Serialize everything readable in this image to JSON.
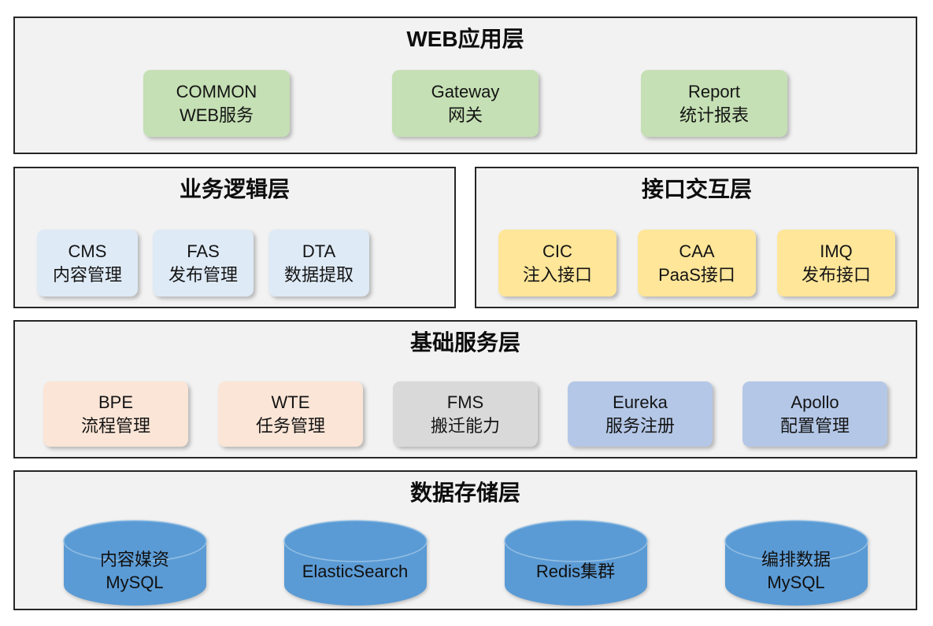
{
  "diagram_title": "platform-architecture-layers",
  "colors": {
    "layer_background": "#f2f2f2",
    "layer_border": "#262626",
    "green": "#c5e0b4",
    "blue_light": "#deeaf6",
    "yellow": "#ffe699",
    "peach": "#fbe5d6",
    "gray": "#d9d9d9",
    "periwinkle": "#b4c7e7",
    "cylinder_blue": "#5b9bd5",
    "cylinder_rim": "#93bfe4"
  },
  "layers": {
    "web": {
      "title": "WEB应用层",
      "nodes": [
        {
          "line1": "COMMON",
          "line2": "WEB服务"
        },
        {
          "line1": "Gateway",
          "line2": "网关"
        },
        {
          "line1": "Report",
          "line2": "统计报表"
        }
      ]
    },
    "business": {
      "title": "业务逻辑层",
      "nodes": [
        {
          "line1": "CMS",
          "line2": "内容管理"
        },
        {
          "line1": "FAS",
          "line2": "发布管理"
        },
        {
          "line1": "DTA",
          "line2": "数据提取"
        }
      ]
    },
    "interface": {
      "title": "接口交互层",
      "nodes": [
        {
          "line1": "CIC",
          "line2": "注入接口"
        },
        {
          "line1": "CAA",
          "line2": "PaaS接口"
        },
        {
          "line1": "IMQ",
          "line2": "发布接口"
        }
      ]
    },
    "base": {
      "title": "基础服务层",
      "nodes": [
        {
          "line1": "BPE",
          "line2": "流程管理"
        },
        {
          "line1": "WTE",
          "line2": "任务管理"
        },
        {
          "line1": "FMS",
          "line2": "搬迁能力"
        },
        {
          "line1": "Eureka",
          "line2": "服务注册"
        },
        {
          "line1": "Apollo",
          "line2": "配置管理"
        }
      ]
    },
    "storage": {
      "title": "数据存储层",
      "nodes": [
        {
          "line1": "内容媒资",
          "line2": "MySQL"
        },
        {
          "line1": "ElasticSearch"
        },
        {
          "line1": "Redis集群"
        },
        {
          "line1": "编排数据",
          "line2": "MySQL"
        }
      ]
    }
  }
}
